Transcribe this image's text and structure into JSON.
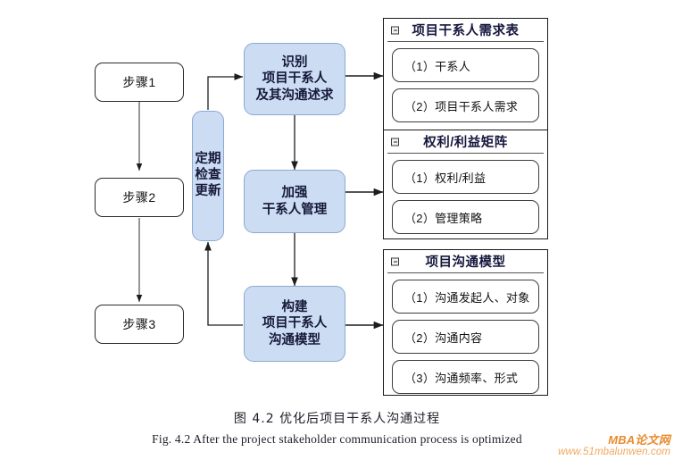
{
  "figure": {
    "steps": [
      {
        "label": "步骤1"
      },
      {
        "label": "步骤2"
      },
      {
        "label": "步骤3"
      }
    ],
    "recurring_box": {
      "name": "定期检查更新",
      "lines": [
        "定期",
        "检查",
        "更新"
      ]
    },
    "processes": [
      {
        "id": "identify",
        "lines": [
          "识别",
          "项目干系人",
          "及其沟通述求"
        ]
      },
      {
        "id": "strengthen",
        "lines": [
          "加强",
          "干系人管理"
        ]
      },
      {
        "id": "construct",
        "lines": [
          "构建",
          "项目干系人",
          "沟通模型"
        ]
      }
    ],
    "panels": [
      {
        "title": "项目干系人需求表",
        "icon": "collapse-minus-icon",
        "items": [
          "（1）干系人",
          "（2）项目干系人需求"
        ]
      },
      {
        "title": "权利/利益矩阵",
        "icon": "collapse-minus-icon",
        "items": [
          "（1）权利/利益",
          "（2）管理策略"
        ]
      },
      {
        "title": "项目沟通模型",
        "icon": "collapse-minus-icon",
        "items": [
          "（1）沟通发起人、对象",
          "（2）沟通内容",
          "（3）沟通频率、形式"
        ]
      }
    ]
  },
  "captions": {
    "chinese": "图 4.2    优化后项目干系人沟通过程",
    "english": "Fig. 4.2    After the project stakeholder communication process is optimized"
  },
  "watermark": {
    "brand": "MBA论文网",
    "url": "www.51mbalunwen.com"
  },
  "colors": {
    "process_fill": "#ccddf3",
    "process_border": "#8aa9d0",
    "line": "#2b2b2b",
    "title_text": "#15163c",
    "watermark_brand": "#e98b2e",
    "watermark_url": "#f0a75c"
  }
}
